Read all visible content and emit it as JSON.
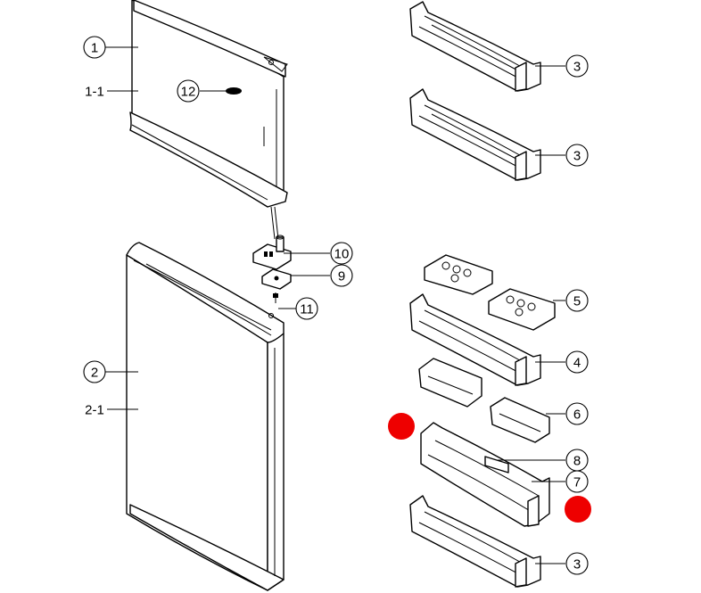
{
  "parts": {
    "p1": "1",
    "p1_1": "1-1",
    "p2": "2",
    "p2_1": "2-1",
    "p3a": "3",
    "p3b": "3",
    "p3c": "3",
    "p4": "4",
    "p5": "5",
    "p6": "6",
    "p7": "7",
    "p8": "8",
    "p9": "9",
    "p10": "10",
    "p11": "11",
    "p12": "12"
  },
  "colors": {
    "marker": "#ee0000",
    "line": "#000000"
  },
  "markers": [
    "red-dot-marker",
    "red-dot-marker"
  ]
}
